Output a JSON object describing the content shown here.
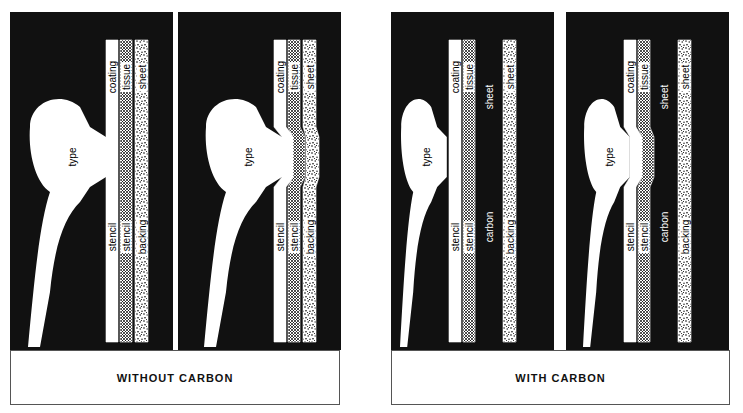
{
  "diagram": {
    "nodes": [
      {
        "text": [
          "WITHOUT CARBON"
        ]
      },
      {
        "text": [
          "WITH CARBON"
        ]
      }
    ],
    "labels": [
      "type",
      "coating",
      "stencil",
      "stencil",
      "tissue",
      "backing",
      "sheet",
      "type",
      "coating",
      "stencil",
      "stencil",
      "tissue",
      "backing",
      "sheet",
      "type",
      "coating",
      "stencil",
      "stencil",
      "tissue",
      "carbon",
      "sheet",
      "backing",
      "sheet",
      "type",
      "coating",
      "stencil",
      "stencil",
      "tissue",
      "carbon",
      "sheet",
      "backing",
      "sheet"
    ]
  }
}
